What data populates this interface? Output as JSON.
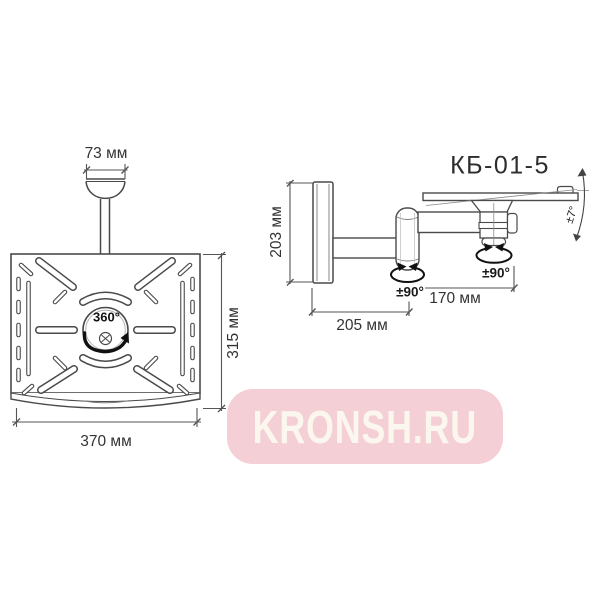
{
  "drawing": {
    "model_label": "КБ-01-5",
    "front_view": {
      "dim_top": "73 мм",
      "dim_height": "315 мм",
      "dim_width": "370 мм",
      "swivel": "360°"
    },
    "side_view": {
      "dim_wall_height": "203 мм",
      "dim_reach_total": "205 мм",
      "dim_reach_arm2": "170 мм",
      "swivel_joint1": "±90°",
      "swivel_joint2": "±90°",
      "tilt": "±7°"
    }
  },
  "watermark": {
    "text": "KRONSH.RU",
    "bg_color": "#f4cfd6",
    "text_color": "#fbf7ee"
  },
  "colors": {
    "line": "#4a4a4a",
    "dim_line": "#555555",
    "text": "#333333",
    "background": "#ffffff"
  }
}
